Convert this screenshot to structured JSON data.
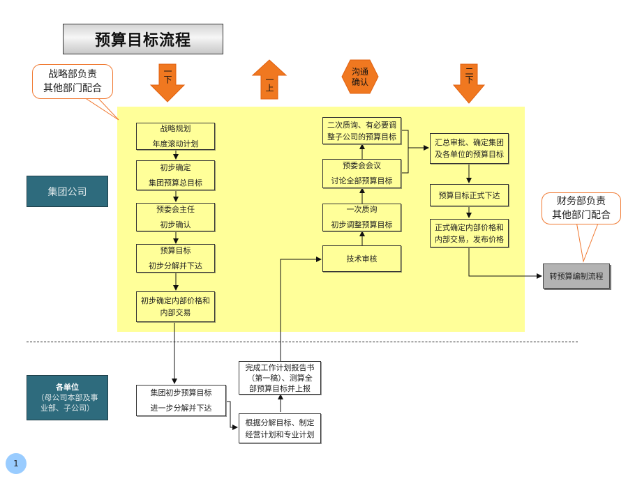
{
  "title": "预算目标流程",
  "phase_arrows": {
    "first_down": "一下",
    "first_up": "一上",
    "communicate": [
      "沟通",
      "确认"
    ],
    "second_down": "二下"
  },
  "callouts": {
    "strategy_dept": [
      "战略部负责",
      "其他部门配合"
    ],
    "finance_dept": [
      "财务部负责",
      "其他部门配合"
    ]
  },
  "lanes": {
    "group": "集团公司",
    "units": {
      "title": "各单位",
      "subtitle": [
        "（母公司本部及事",
        "业部、子公司）"
      ]
    }
  },
  "group_steps_left": [
    {
      "lines": [
        "战略规划",
        "年度滚动计划"
      ]
    },
    {
      "lines": [
        "初步确定",
        "集团预算总目标"
      ]
    },
    {
      "lines": [
        "预委会主任",
        "初步确认"
      ]
    },
    {
      "lines": [
        "预算目标",
        "初步分解并下达"
      ]
    },
    {
      "lines": [
        "初步确定内部价格和",
        "内部交易"
      ]
    }
  ],
  "group_steps_middle": [
    {
      "lines": [
        "二次质询、有必要调",
        "整子公司的预算目标"
      ]
    },
    {
      "lines": [
        "预委会会议",
        "讨论全部预算目标"
      ]
    },
    {
      "lines": [
        "一次质询",
        "初步调整预算目标"
      ]
    },
    {
      "lines": [
        "技术审核"
      ]
    }
  ],
  "group_steps_right": [
    {
      "lines": [
        "汇总审批、确定集团",
        "及各单位的预算目标"
      ]
    },
    {
      "lines": [
        "预算目标正式下达"
      ]
    },
    {
      "lines": [
        "正式确定内部价格和",
        "内部交易，发布价格"
      ]
    }
  ],
  "unit_steps": [
    {
      "lines": [
        "集团初步预算目标",
        "进一步分解并下达"
      ]
    },
    {
      "lines": [
        "根据分解目标、制定",
        "经营计划和专业计划"
      ]
    },
    {
      "lines": [
        "完成工作计划报告书",
        "（第一稿）、测算全",
        "部预算目标并上报"
      ]
    }
  ],
  "next_process": "转预算编制流程",
  "page_number": "1",
  "colors": {
    "highlight_region": "#ffff99",
    "arrow_orange": "#f07820",
    "lane_label": "#2e6b7d",
    "next_process_box": "#b3b3b3",
    "page_badge": "#99ccff"
  }
}
